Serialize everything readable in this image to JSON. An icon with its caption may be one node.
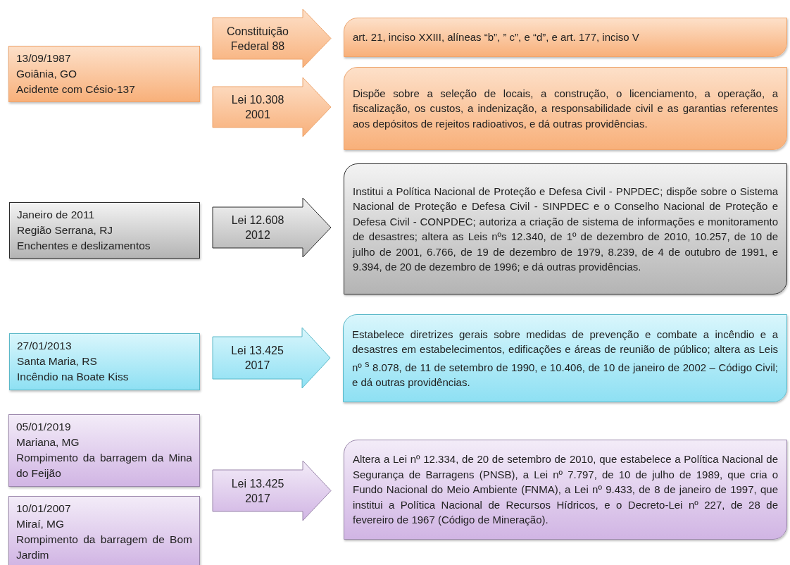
{
  "diagram": {
    "nodes": [
      {
        "text": [
          "13/09/1987",
          "Goiânia, GO",
          "Acidente com Césio-137"
        ]
      },
      {
        "text": [
          "art. 21, inciso XXIII,  alíneas “b”, ” c”, e “d”, e art. 177, inciso V"
        ]
      },
      {
        "text": [
          "Dispõe sobre a seleção de locais, a construção, o licenciamento, a operação, a fiscalização, os custos, a indenização, a responsabilidade civil e as garantias referentes aos depósitos de rejeitos radioativos, e dá outras providências."
        ]
      },
      {
        "text": [
          "Janeiro de 2011",
          "Região Serrana, RJ",
          "Enchentes e deslizamentos"
        ]
      },
      {
        "text": [
          "Institui a Política Nacional de Proteção e Defesa Civil - PNPDEC; dispõe sobre o Sistema Nacional de Proteção e Defesa Civil - SINPDEC e o Conselho Nacional de Proteção e Defesa Civil - CONPDEC; autoriza a criação de sistema de informações e monitoramento de desastres; altera as Leis nºs 12.340, de 1º de dezembro de 2010, 10.257, de 10 de julho de 2001, 6.766, de 19 de dezembro de 1979, 8.239, de 4 de outubro de 1991, e 9.394, de 20 de dezembro de 1996; e dá outras providências."
        ]
      },
      {
        "text": [
          "27/01/2013",
          "Santa Maria, RS",
          "Incêndio na Boate Kiss"
        ]
      },
      {
        "text": [
          "Estabelece diretrizes gerais sobre medidas de prevenção e combate a incêndio e a desastres em estabelecimentos, edificações e áreas de reunião de público; altera as Leis nº $^{s}$ 8.078, de 11 de setembro de 1990, e 10.406, de 10 de janeiro de 2002 – Código Civil; e dá outras providências."
        ]
      },
      {
        "text": [
          "05/01/2019",
          "Mariana, MG",
          "Rompimento da barragem da Mina do Feijão"
        ]
      },
      {
        "text": [
          "10/01/2007",
          "Miraí, MG",
          "Rompimento da barragem de Bom Jardim"
        ]
      },
      {
        "text": [
          "Altera a Lei nº 12.334, de 20 de setembro de 2010, que estabelece a Política Nacional de Segurança de Barragens (PNSB), a Lei nº 7.797, de 10 de julho de 1989, que cria o Fundo Nacional do Meio Ambiente (FNMA), a Lei nº 9.433, de 8 de janeiro de 1997, que institui a Política Nacional de Recursos Hídricos, e o Decreto-Lei nº 227, de 28 de fevereiro de 1967 (Código de Mineração)."
        ]
      }
    ],
    "edges": [
      {
        "from": 0,
        "to": 1,
        "arrow": "to",
        "label": "Constituição Federal 88"
      },
      {
        "from": 0,
        "to": 2,
        "arrow": "to",
        "label": "Lei 10.308 2001"
      },
      {
        "from": 3,
        "to": 4,
        "arrow": "to",
        "label": "Lei 12.608 2012"
      },
      {
        "from": 5,
        "to": 6,
        "arrow": "to",
        "label": "Lei 13.425 2017"
      },
      {
        "from": 7,
        "to": 9,
        "arrow": "to",
        "label": "Lei 13.425 2017"
      },
      {
        "from": 8,
        "to": 9,
        "arrow": "to"
      }
    ]
  }
}
